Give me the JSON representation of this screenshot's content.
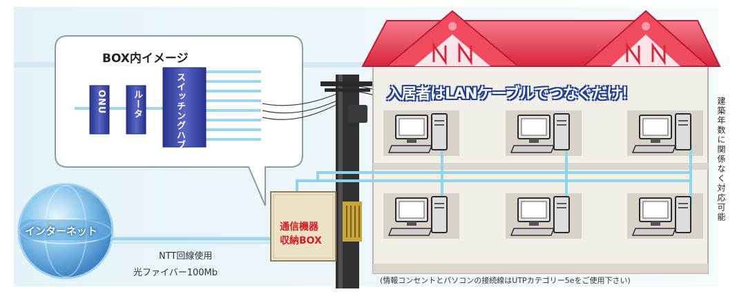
{
  "bubble": {
    "title": "BOX内イメージ",
    "onu": "ONU",
    "router": "ルータ",
    "hub": "スイッチングハブ"
  },
  "internet": {
    "label": "インターネット"
  },
  "line_info": {
    "line1": "NTT回線使用",
    "line2": "光ファイバー100Mb"
  },
  "box": {
    "label_line1": "通信機器",
    "label_line2": "収納BOX"
  },
  "building": {
    "message": "入居者はLANケーブルでつなぐだけ！",
    "side_note": "建築年数に関係なく対応可能",
    "footnote": "(情報コンセントとパソコンの接続線はUTPカテゴリー5eをご使用下さい)"
  },
  "colors": {
    "roof_red": "#e8334a",
    "cable_blue": "#8fd4ee",
    "device_purple": "#3d47a8",
    "box_beige": "#ece3c6",
    "label_red": "#d41c24",
    "globe_blue": "#3c8fd0"
  }
}
